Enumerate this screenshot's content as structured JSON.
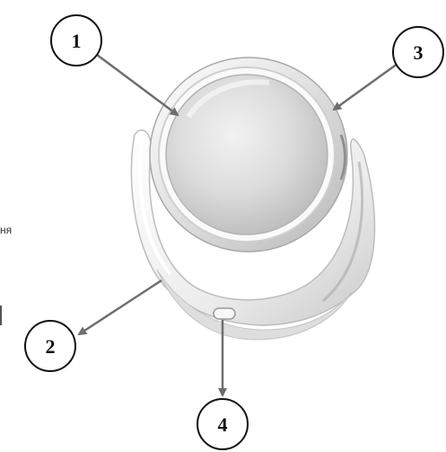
{
  "callouts": [
    {
      "id": "1",
      "label": "1"
    },
    {
      "id": "2",
      "label": "2"
    },
    {
      "id": "3",
      "label": "3"
    },
    {
      "id": "4",
      "label": "4"
    }
  ],
  "edge_text": "ня",
  "colors": {
    "arrow": "#6e6e6e",
    "circle_stroke": "#111111",
    "mirror_body": "#f4f4f4",
    "mirror_glass": "#d9d9d9"
  }
}
